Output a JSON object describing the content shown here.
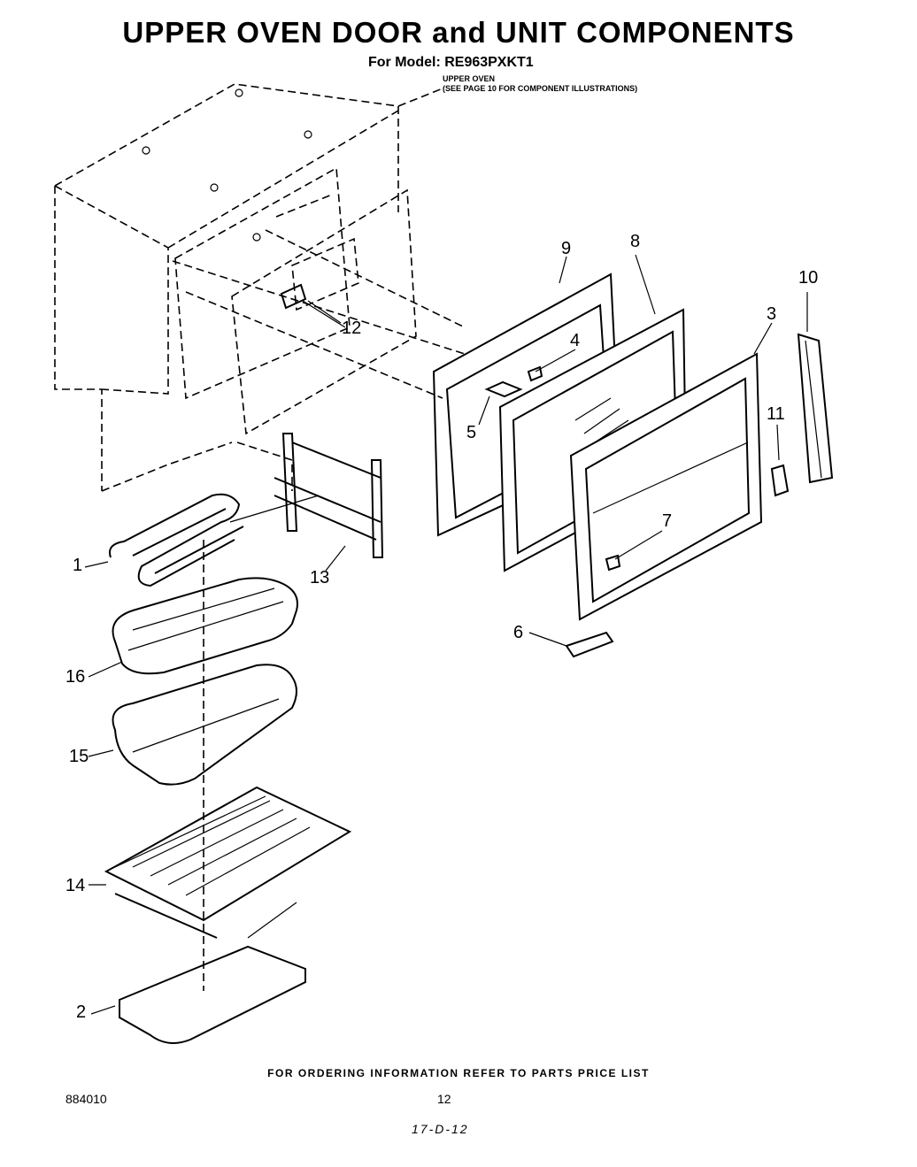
{
  "header": {
    "title": "UPPER OVEN DOOR and UNIT COMPONENTS",
    "model_line": "For Model: RE963PXKT1",
    "note_line_1": "UPPER OVEN",
    "note_line_2": "(SEE PAGE 10 FOR COMPONENT ILLUSTRATIONS)"
  },
  "callouts": {
    "c1": "1",
    "c2": "2",
    "c3": "3",
    "c4": "4",
    "c5": "5",
    "c6": "6",
    "c7": "7",
    "c8": "8",
    "c9": "9",
    "c10": "10",
    "c11": "11",
    "c12": "12",
    "c13": "13",
    "c14": "14",
    "c15": "15",
    "c16": "16"
  },
  "footer": {
    "ordering_info": "FOR ORDERING INFORMATION REFER TO PARTS PRICE LIST",
    "doc_number": "884010",
    "page_number": "12",
    "handwritten_code": "17-D-12"
  }
}
